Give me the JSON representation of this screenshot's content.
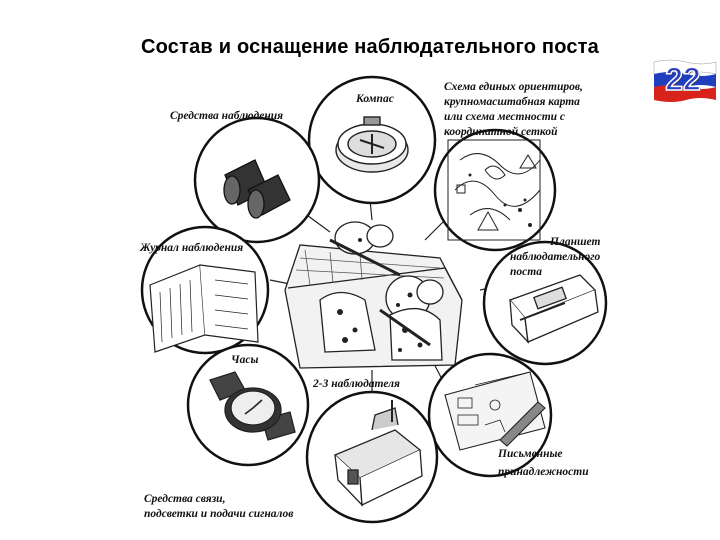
{
  "title": "Состав и оснащение наблюдательного поста",
  "slide_number": "22",
  "labels": {
    "compass": "Компас",
    "map": [
      "Схема единых ориентиров,",
      "крупномасштабная карта",
      "или схема местности с",
      "координатной сеткой"
    ],
    "observation_means": "Средства наблюдения",
    "journal": "Журнал наблюдения",
    "tablet": [
      "Планшет",
      "наблюдательного",
      "поста"
    ],
    "clock": "Часы",
    "observers": "2-3 наблюдателя",
    "writing": [
      "Письменные",
      "принадлежности"
    ],
    "comms": [
      "Средства связи,",
      "подсветки и подачи сигналов"
    ]
  },
  "colors": {
    "flag_white": "#ffffff",
    "flag_blue": "#1f3fbf",
    "flag_red": "#d8231c",
    "badge_text": "#2a3ec2"
  }
}
